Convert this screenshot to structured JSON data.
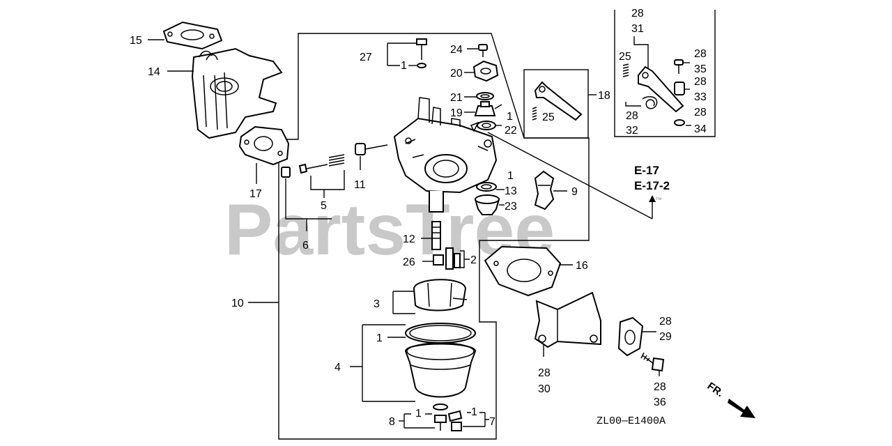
{
  "watermark": "PartsTree",
  "watermark_tm": "™",
  "diagram_code": "ZL00—E1400A",
  "front_marker": "FR.",
  "refs": {
    "e17": "E-17",
    "e17_2": "E-17-2"
  },
  "labels": {
    "l15": "15",
    "l14": "14",
    "l17": "17",
    "l5": "5",
    "l6": "6",
    "l10": "10",
    "l11": "11",
    "l27": "27",
    "l27_1": "1",
    "l24": "24",
    "l20": "20",
    "l21": "21",
    "l19": "19",
    "l22_1": "1",
    "l22": "22",
    "l25a": "25",
    "l18": "18",
    "l13_1": "1",
    "l13": "13",
    "l23": "23",
    "l9": "9",
    "l12": "12",
    "l26": "26",
    "l2": "2",
    "l16": "16",
    "l3": "3",
    "l4_1": "1",
    "l4": "4",
    "l8": "8",
    "l8_1": "1",
    "l7_1": "1",
    "l7": "7",
    "l28_30a": "28",
    "l28_30b": "30",
    "l28_29a": "28",
    "l28_29b": "29",
    "l28_36a": "28",
    "l28_36b": "36",
    "in_28_31a": "28",
    "in_28_31b": "31",
    "in_25": "25",
    "in_28_35a": "28",
    "in_28_35b": "35",
    "in_28_33a": "28",
    "in_28_33b": "33",
    "in_28_32a": "28",
    "in_28_32b": "32",
    "in_28_34a": "28",
    "in_28_34b": "34"
  }
}
